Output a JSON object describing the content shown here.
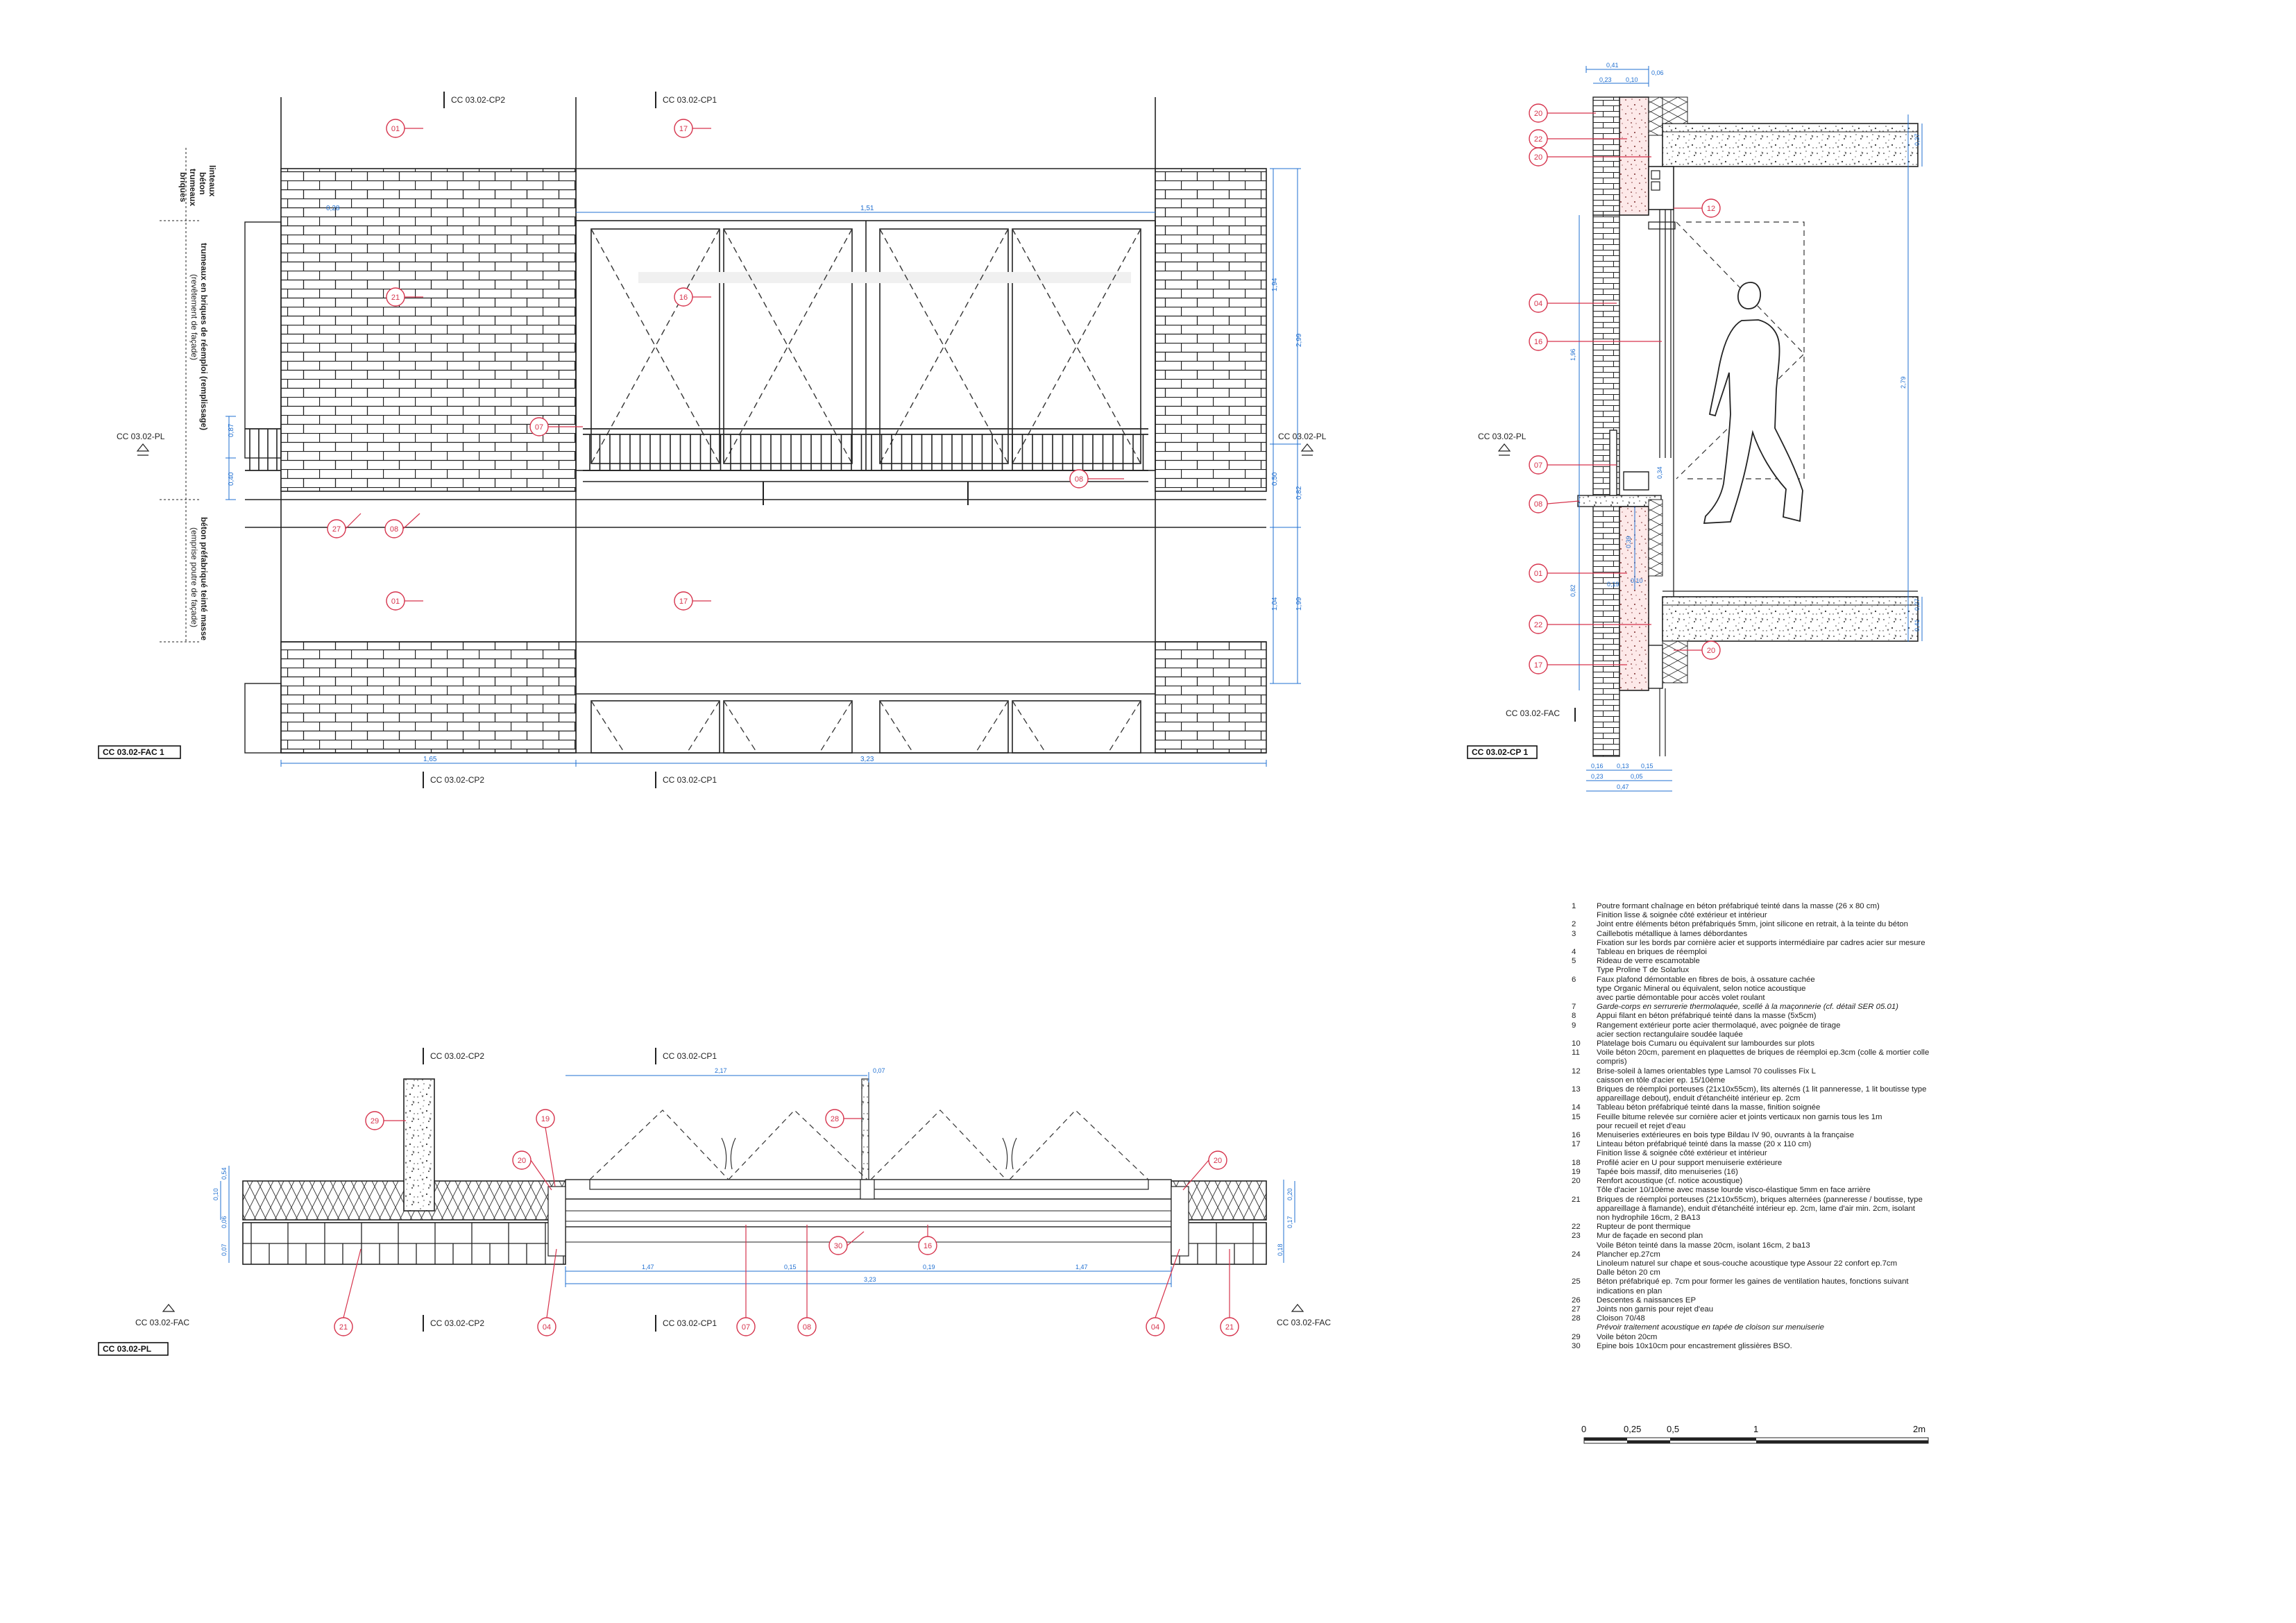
{
  "sheets": {
    "fac": "CC 03.02-FAC 1",
    "cp": "CC 03.02-CP 1",
    "pl": "CC 03.02-PL"
  },
  "refs": {
    "cp2": "CC 03.02-CP2",
    "cp1": "CC 03.02-CP1",
    "pl": "CC 03.02-PL",
    "fac": "CC 03.02-FAC"
  },
  "side_labels": {
    "top": [
      "linteaux",
      "béton",
      "trumeaux",
      "briques"
    ],
    "middle": [
      "trumeaux en briques de réemploi (remplissage)",
      "(revêtement de façade)"
    ],
    "bottom": [
      "béton préfabriqué teinté masse",
      "(emprise poutre de façade)"
    ]
  },
  "tags": {
    "facade": [
      "01",
      "17",
      "21",
      "16",
      "07",
      "08",
      "27",
      "08",
      "01",
      "17"
    ],
    "section": [
      "20",
      "22",
      "20",
      "12",
      "04",
      "16",
      "07",
      "08",
      "01",
      "22",
      "20",
      "17"
    ],
    "plan": [
      "29",
      "19",
      "28",
      "20",
      "20",
      "30",
      "16",
      "21",
      "04",
      "07",
      "08",
      "04",
      "21"
    ]
  },
  "dims": {
    "fac_h": [
      "1,94",
      "1,99",
      "2,99",
      "0,87",
      "0,50",
      "0,40",
      "0,82",
      "1,04"
    ],
    "fac_w": [
      "1,65",
      "3,23"
    ],
    "fac_top": [
      "0,28",
      "1,51"
    ],
    "cp_top": [
      "0,41",
      "0,23",
      "0,10",
      "0,06"
    ],
    "cp_left": [
      "1,96",
      "0,82",
      "0,39",
      "0,34",
      "0,19",
      "0,10"
    ],
    "cp_right": [
      "0,37",
      "2,79",
      "0,27",
      "0,41"
    ],
    "cp_bottom": [
      "0,16",
      "0,13",
      "0,15",
      "0,23",
      "0,05",
      "0,47"
    ],
    "pl_left": [
      "0,54",
      "0,10",
      "0,06",
      "0,07"
    ],
    "pl_right": [
      "0,20",
      "0,17",
      "0,18"
    ],
    "pl_top": [
      "2,17",
      "0,07"
    ],
    "pl_bottom": [
      "1,47",
      "0,15",
      "0,19",
      "1,47",
      "3,23"
    ]
  },
  "legend": [
    {
      "n": "1",
      "t": "Poutre formant chaînage en béton préfabriqué teinté dans la masse (26 x 80 cm)"
    },
    {
      "n": "",
      "t": "Finition lisse & soignée côté extérieur et intérieur"
    },
    {
      "n": "2",
      "t": "Joint entre éléments béton préfabriqués 5mm, joint silicone en retrait, à la teinte du béton"
    },
    {
      "n": "3",
      "t": "Caillebotis métallique à lames débordantes"
    },
    {
      "n": "",
      "t": "Fixation sur les bords par cornière acier et supports intermédiaire par cadres acier sur mesure"
    },
    {
      "n": "4",
      "t": "Tableau en briques de réemploi"
    },
    {
      "n": "5",
      "t": "Rideau de verre escamotable"
    },
    {
      "n": "",
      "t": "Type Proline T de Solarlux"
    },
    {
      "n": "6",
      "t": "Faux plafond démontable en fibres de bois, à ossature cachée"
    },
    {
      "n": "",
      "t": "type Organic Mineral ou équivalent, selon notice acoustique"
    },
    {
      "n": "",
      "t": "avec partie démontable pour accès volet roulant"
    },
    {
      "n": "7",
      "t": "Garde-corps en serrurerie thermolaquée, scellé à la maçonnerie (cf. détail SER 05.01)",
      "i": true
    },
    {
      "n": "8",
      "t": "Appui filant en béton préfabriqué teinté dans la masse (5x5cm)"
    },
    {
      "n": "9",
      "t": "Rangement extérieur porte acier thermolaqué, avec poignée de tirage"
    },
    {
      "n": "",
      "t": "acier section rectangulaire soudée laquée"
    },
    {
      "n": "10",
      "t": "Platelage bois Cumaru ou équivalent sur lambourdes sur plots"
    },
    {
      "n": "11",
      "t": "Voile béton 20cm, parement en plaquettes de briques de réemploi ep.3cm (colle & mortier colle"
    },
    {
      "n": "",
      "t": "compris)"
    },
    {
      "n": "12",
      "t": "Brise-soleil à lames orientables type Lamsol 70 coulisses Fix L"
    },
    {
      "n": "",
      "t": "caisson en tôle d'acier ep. 15/10ème"
    },
    {
      "n": "13",
      "t": "Briques de réemploi porteuses (21x10x55cm), lits alternés (1 lit panneresse, 1 lit boutisse type"
    },
    {
      "n": "",
      "t": "appareillage debout), enduit d'étanchéité intérieur ep. 2cm"
    },
    {
      "n": "14",
      "t": "Tableau béton préfabriqué teinté dans la masse, finition soignée"
    },
    {
      "n": "15",
      "t": "Feuille bitume relevée sur cornière acier et joints verticaux non garnis tous les 1m"
    },
    {
      "n": "",
      "t": "pour recueil et rejet d'eau"
    },
    {
      "n": "16",
      "t": "Menuiseries extérieures en bois type Bildau IV 90, ouvrants à la française"
    },
    {
      "n": "17",
      "t": "Linteau béton préfabriqué teinté dans la masse (20 x 110 cm)"
    },
    {
      "n": "",
      "t": "Finition lisse & soignée côté extérieur et intérieur"
    },
    {
      "n": "18",
      "t": "Profilé acier en U pour support menuiserie extérieure"
    },
    {
      "n": "19",
      "t": "Tapée bois massif, dito menuiseries (16)"
    },
    {
      "n": "20",
      "t": "Renfort acoustique (cf. notice acoustique)"
    },
    {
      "n": "",
      "t": "Tôle d'acier 10/10ème avec masse lourde visco-élastique 5mm en face arrière"
    },
    {
      "n": "21",
      "t": "Briques de réemploi porteuses (21x10x55cm), briques alternées (panneresse / boutisse, type"
    },
    {
      "n": "",
      "t": "appareillage à flamande), enduit d'étanchéité intérieur ep. 2cm, lame d'air min. 2cm, isolant"
    },
    {
      "n": "",
      "t": "non hydrophile 16cm, 2 BA13"
    },
    {
      "n": "22",
      "t": "Rupteur de pont thermique"
    },
    {
      "n": "23",
      "t": "Mur de façade en second plan"
    },
    {
      "n": "",
      "t": "Voile Béton teinté dans la masse 20cm, isolant 16cm, 2 ba13"
    },
    {
      "n": "24",
      "t": "Plancher ep.27cm"
    },
    {
      "n": "",
      "t": "Linoleum naturel sur chape et sous-couche acoustique type Assour 22 confort ep.7cm"
    },
    {
      "n": "",
      "t": "Dalle béton 20 cm"
    },
    {
      "n": "25",
      "t": "Béton préfabriqué ep. 7cm pour former les gaines de ventilation hautes, fonctions suivant"
    },
    {
      "n": "",
      "t": "indications en plan"
    },
    {
      "n": "26",
      "t": "Descentes & naissances EP"
    },
    {
      "n": "27",
      "t": "Joints non garnis pour rejet d'eau"
    },
    {
      "n": "28",
      "t": "Cloison 70/48"
    },
    {
      "n": "",
      "t": "Prévoir traitement acoustique en tapée de cloison sur menuiserie",
      "i": true
    },
    {
      "n": "29",
      "t": "Voile béton 20cm"
    },
    {
      "n": "30",
      "t": "Epine bois 10x10cm pour encastrement glissières BSO."
    }
  ],
  "scale": [
    "0",
    "0,25",
    "0,5",
    "1",
    "2m"
  ]
}
